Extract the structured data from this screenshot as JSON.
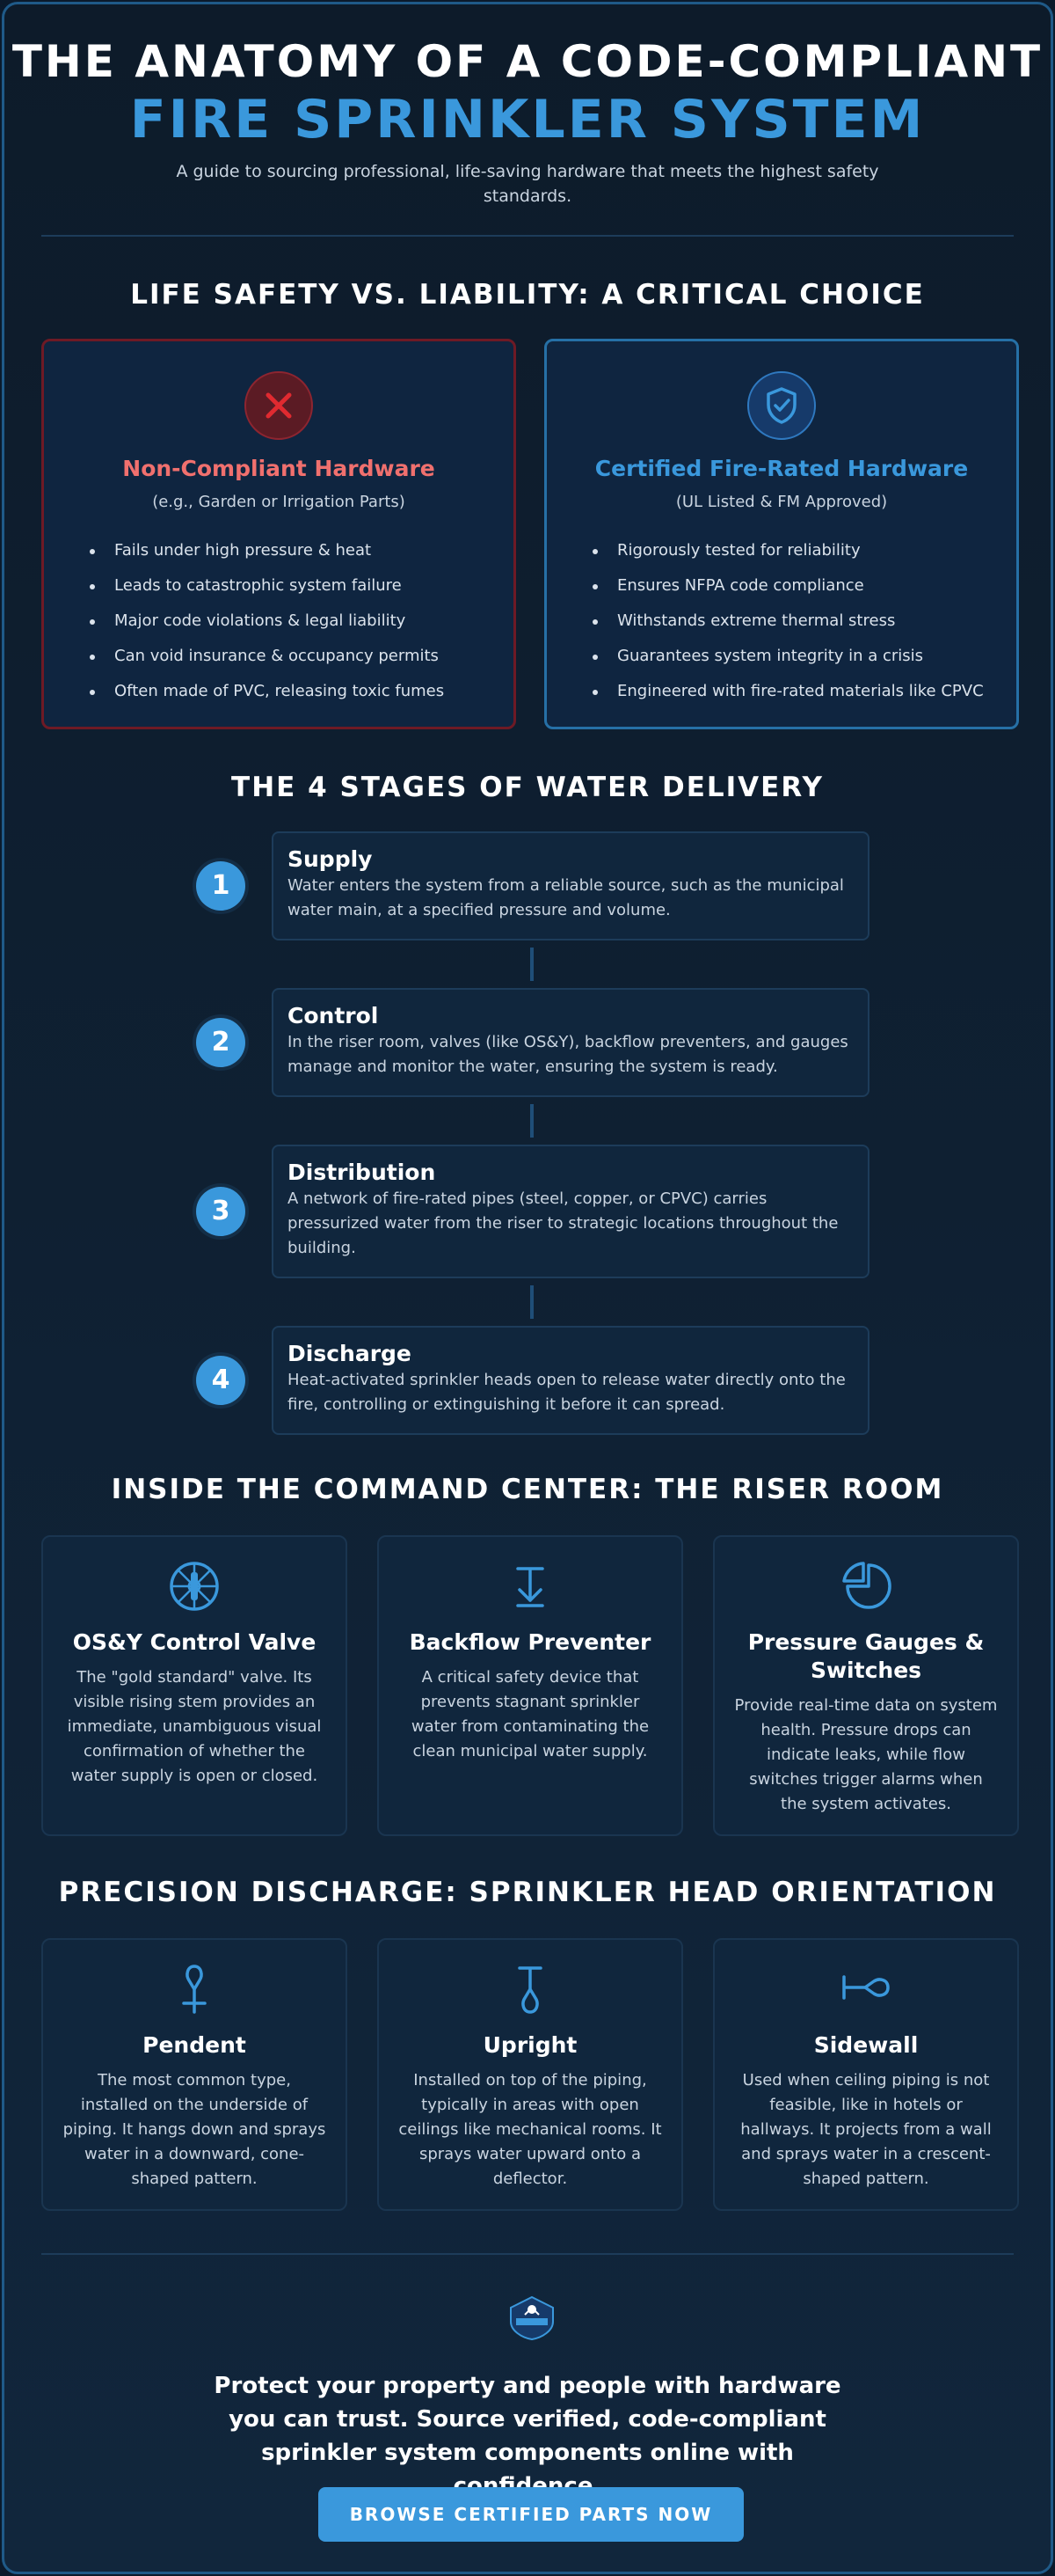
{
  "header": {
    "title_line1": "THE ANATOMY OF A CODE-COMPLIANT",
    "title_line2": "FIRE SPRINKLER SYSTEM",
    "subtitle": "A guide to sourcing professional, life-saving hardware that meets the highest safety standards."
  },
  "comparison": {
    "section_title": "LIFE SAFETY VS. LIABILITY: A CRITICAL CHOICE",
    "non_compliant": {
      "icon": "x-icon",
      "heading": "Non-Compliant Hardware",
      "subheading": "(e.g., Garden or Irrigation Parts)",
      "items": [
        "Fails under high pressure & heat",
        "Leads to catastrophic system failure",
        "Major code violations & legal liability",
        "Can void insurance & occupancy permits",
        "Often made of PVC, releasing toxic fumes"
      ]
    },
    "certified": {
      "icon": "shield-check-icon",
      "heading": "Certified Fire-Rated Hardware",
      "subheading": "(UL Listed & FM Approved)",
      "items": [
        "Rigorously tested for reliability",
        "Ensures NFPA code compliance",
        "Withstands extreme thermal stress",
        "Guarantees system integrity in a crisis",
        "Engineered with fire-rated materials like CPVC"
      ]
    }
  },
  "stages": {
    "section_title": "THE 4 STAGES OF WATER DELIVERY",
    "items": [
      {
        "number": "1",
        "title": "Supply",
        "text": "Water enters the system from a reliable source, such as the municipal water main, at a specified pressure and volume."
      },
      {
        "number": "2",
        "title": "Control",
        "text": "In the riser room, valves (like OS&Y), backflow preventers, and gauges manage and monitor the water, ensuring the system is ready."
      },
      {
        "number": "3",
        "title": "Distribution",
        "text": "A network of fire-rated pipes (steel, copper, or CPVC) carries pressurized water from the riser to strategic locations throughout the building."
      },
      {
        "number": "4",
        "title": "Discharge",
        "text": "Heat-activated sprinkler heads open to release water directly onto the fire, controlling or extinguishing it before it can spread."
      }
    ]
  },
  "riser": {
    "section_title": "INSIDE THE COMMAND CENTER: THE RISER ROOM",
    "items": [
      {
        "icon": "valve-wheel-icon",
        "title": "OS&Y Control Valve",
        "text": "The \"gold standard\" valve. Its visible rising stem provides an immediate, unambiguous visual confirmation of whether the water supply is open or closed."
      },
      {
        "icon": "backflow-preventer-icon",
        "title": "Backflow Preventer",
        "text": "A critical safety device that prevents stagnant sprinkler water from contaminating the clean municipal water supply."
      },
      {
        "icon": "pressure-gauge-icon",
        "title": "Pressure Gauges & Switches",
        "text": "Provide real-time data on system health. Pressure drops can indicate leaks, while flow switches trigger alarms when the system activates."
      }
    ]
  },
  "heads": {
    "section_title": "PRECISION DISCHARGE: SPRINKLER HEAD ORIENTATION",
    "items": [
      {
        "icon": "pendent-head-icon",
        "title": "Pendent",
        "text": "The most common type, installed on the underside of piping. It hangs down and sprays water in a downward, cone-shaped pattern."
      },
      {
        "icon": "upright-head-icon",
        "title": "Upright",
        "text": "Installed on top of the piping, typically in areas with open ceilings like mechanical rooms. It sprays water upward onto a deflector."
      },
      {
        "icon": "sidewall-head-icon",
        "title": "Sidewall",
        "text": "Used when ceiling piping is not feasible, like in hotels or hallways. It projects from a wall and sprays water in a crescent-shaped pattern."
      }
    ]
  },
  "footer": {
    "logo_icon": "sprinkler-badge-logo",
    "message": "Protect your property and people with hardware you can trust. Source verified, code-compliant sprinkler system components online with confidence.",
    "cta_label": "BROWSE CERTIFIED PARTS NOW"
  },
  "colors": {
    "accent_blue": "#3a98dc",
    "danger_red": "#f0706e",
    "background": "#0d1b2a"
  }
}
